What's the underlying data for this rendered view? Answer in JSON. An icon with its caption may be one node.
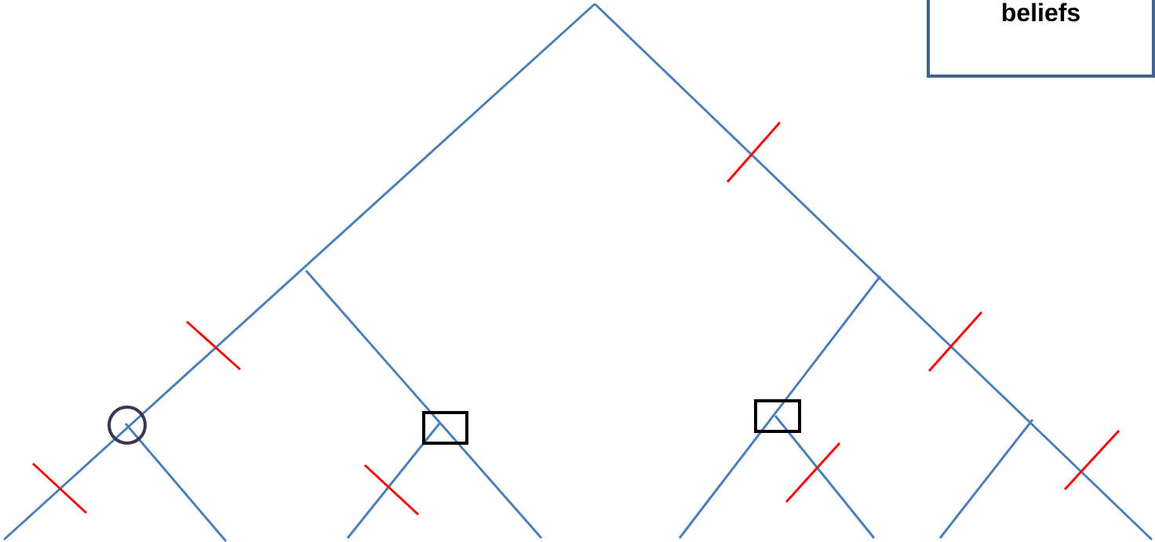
{
  "diagram": {
    "nodes": [
      {
        "text": [
          "beliefs"
        ]
      },
      {
        "text": [],
        "shape": "circle"
      },
      {
        "text": [],
        "shape": "box"
      },
      {
        "text": [],
        "shape": "box"
      }
    ]
  }
}
